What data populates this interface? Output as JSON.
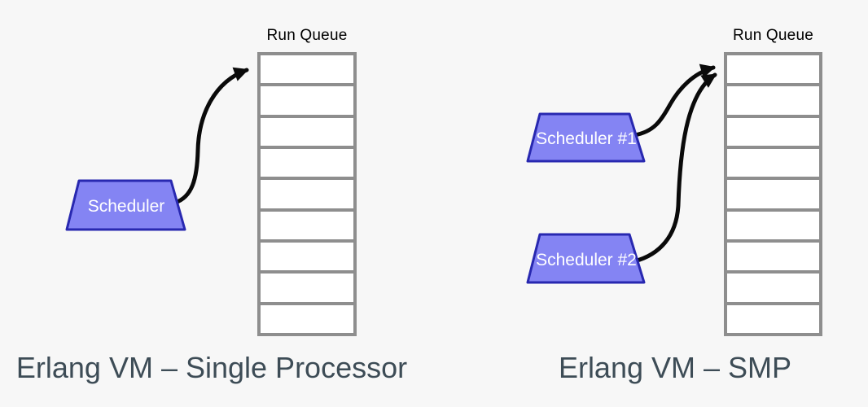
{
  "colors": {
    "background": "#f7f7f7",
    "scheduler_fill": "#8484f3",
    "scheduler_border": "#2828b0",
    "scheduler_text": "#ffffff",
    "queue_border": "#8e8e8e",
    "queue_cell": "#ffffff",
    "arrow": "#0a0a0a",
    "caption_text": "#3d4c56",
    "queue_label_text": "#000000"
  },
  "diagrams": [
    {
      "caption": "Erlang VM – Single Processor",
      "run_queue": {
        "label": "Run Queue",
        "cell_count": 9
      },
      "schedulers": [
        {
          "label": "Scheduler"
        }
      ]
    },
    {
      "caption": "Erlang VM – SMP",
      "run_queue": {
        "label": "Run Queue",
        "cell_count": 9
      },
      "schedulers": [
        {
          "label": "Scheduler #1"
        },
        {
          "label": "Scheduler #2"
        }
      ]
    }
  ]
}
